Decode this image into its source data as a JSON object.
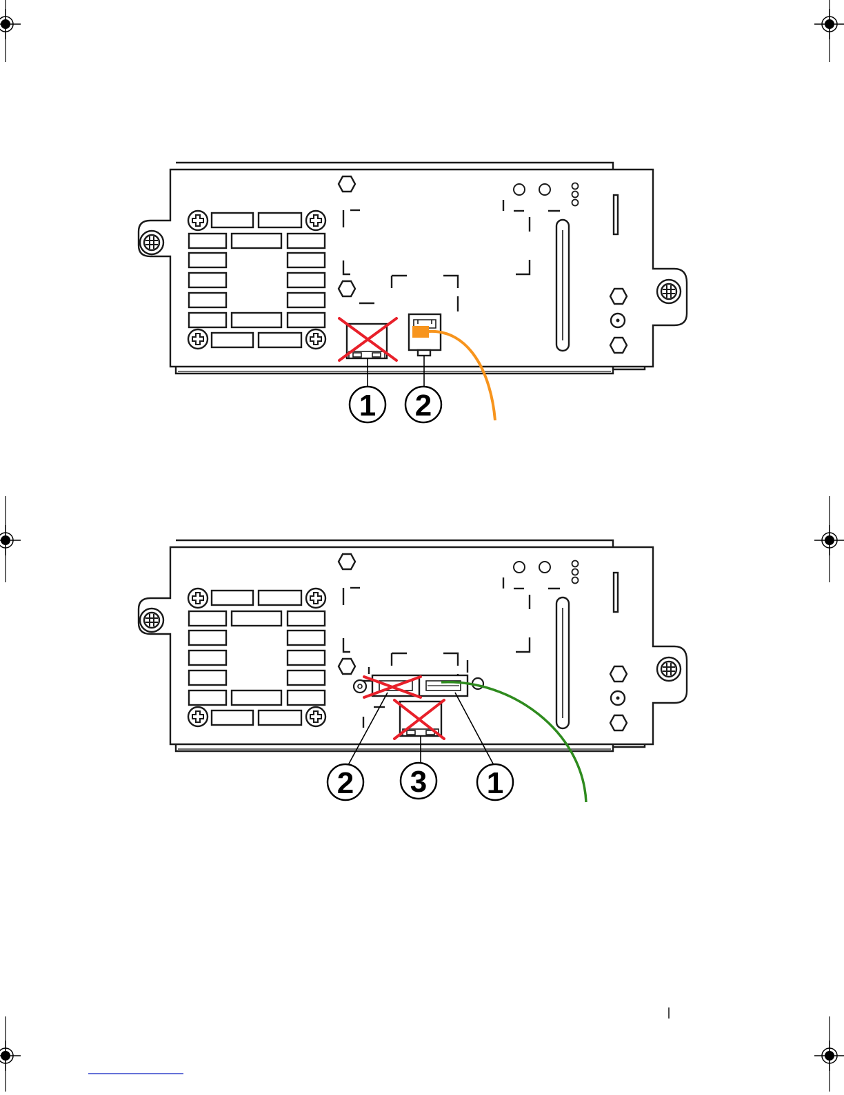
{
  "figures": [
    {
      "callouts": [
        "1",
        "2"
      ],
      "cable_color": "#f7941d",
      "cross_color": "#e8202a"
    },
    {
      "callouts": [
        "2",
        "3",
        "1"
      ],
      "cable_color": "#2e8b1e",
      "cross_color": "#e8202a"
    }
  ],
  "icons": [
    "registration-mark-icon",
    "screw-icon",
    "thumbscrew-icon",
    "hex-nut-icon",
    "led-icon",
    "x-mark-icon"
  ],
  "link_color": "#3344cc"
}
